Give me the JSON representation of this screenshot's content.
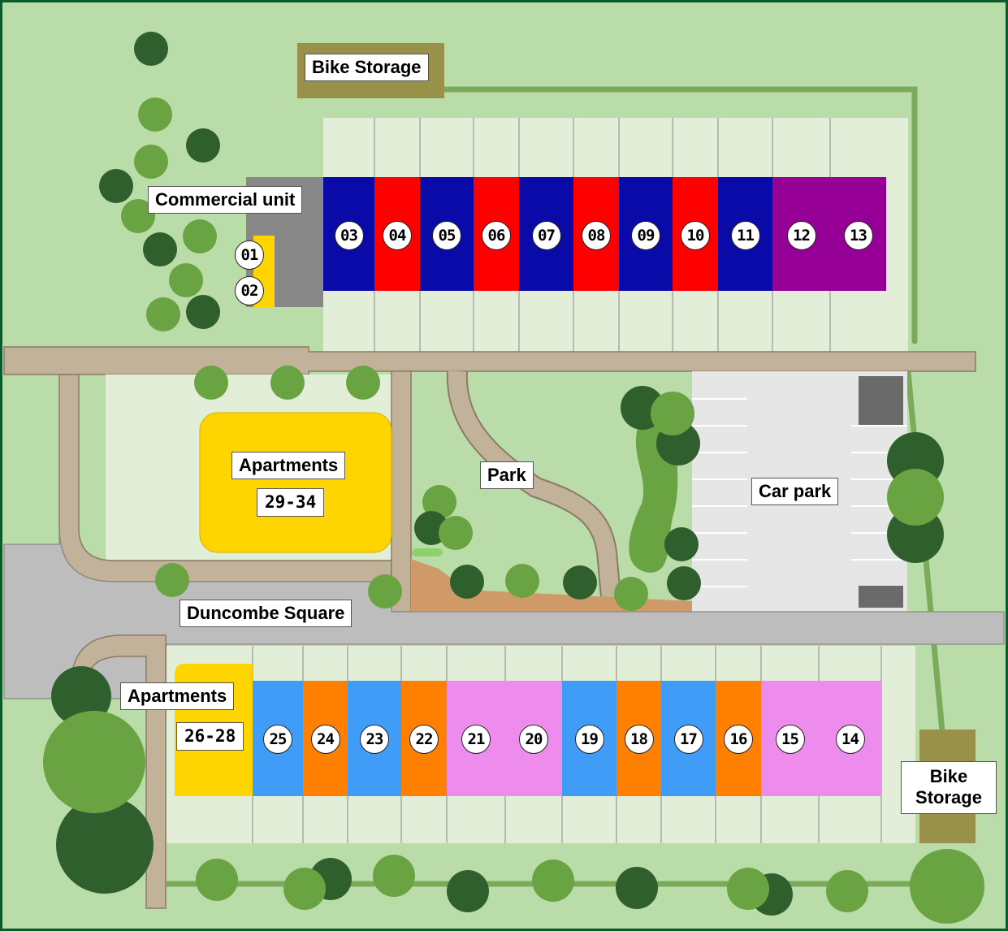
{
  "labels": {
    "bike_storage_top": "Bike Storage",
    "bike_storage_right": "Bike Storage",
    "commercial_unit": "Commercial unit",
    "apartments_upper": "Apartments",
    "apartments_upper_range": "29-34",
    "park": "Park",
    "car_park": "Car park",
    "street": "Duncombe Square",
    "apartments_lower": "Apartments",
    "apartments_lower_range": "26-28"
  },
  "units": {
    "commercial": [
      "01",
      "02"
    ],
    "north_row": [
      {
        "id": "03",
        "color": "#0a0aa8"
      },
      {
        "id": "04",
        "color": "#ff0000"
      },
      {
        "id": "05",
        "color": "#0a0aa8"
      },
      {
        "id": "06",
        "color": "#ff0000"
      },
      {
        "id": "07",
        "color": "#0a0aa8"
      },
      {
        "id": "08",
        "color": "#ff0000"
      },
      {
        "id": "09",
        "color": "#0a0aa8"
      },
      {
        "id": "10",
        "color": "#ff0000"
      },
      {
        "id": "11",
        "color": "#0a0aa8"
      },
      {
        "id": "12",
        "color": "#960096"
      },
      {
        "id": "13",
        "color": "#960096"
      }
    ],
    "south_row": [
      {
        "id": "25",
        "color": "#3f9cf7"
      },
      {
        "id": "24",
        "color": "#ff8000"
      },
      {
        "id": "23",
        "color": "#3f9cf7"
      },
      {
        "id": "22",
        "color": "#ff8000"
      },
      {
        "id": "21",
        "color": "#ee8cee"
      },
      {
        "id": "20",
        "color": "#ee8cee"
      },
      {
        "id": "19",
        "color": "#3f9cf7"
      },
      {
        "id": "18",
        "color": "#ff8000"
      },
      {
        "id": "17",
        "color": "#3f9cf7"
      },
      {
        "id": "16",
        "color": "#ff8000"
      },
      {
        "id": "15",
        "color": "#ee8cee"
      },
      {
        "id": "14",
        "color": "#ee8cee"
      }
    ]
  },
  "colors": {
    "border": "#0a5a2a",
    "grass": "#badca8",
    "garden": "#e2eed8",
    "path": "#c3b29a",
    "road": "#bdbdbd",
    "carpark": "#e6e6e6",
    "apartments": "#ffd500",
    "commercial": "#888888",
    "bike_storage": "#99904a",
    "tree_dark": "#2f5f2d",
    "tree_light": "#6aa442"
  }
}
